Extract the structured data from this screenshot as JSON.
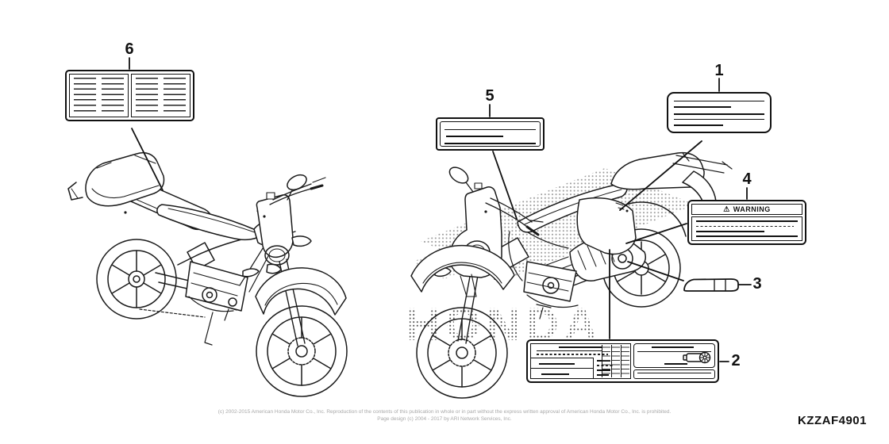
{
  "diagram": {
    "title_hidden": "",
    "watermark": "HONDA",
    "part_code": "KZZAF4901",
    "callouts": {
      "1": "1",
      "2": "2",
      "3": "3",
      "4": "4",
      "5": "5",
      "6": "6"
    },
    "warning_label": {
      "icon": "⚠",
      "header": "WARNING"
    },
    "footer": {
      "line1": "(c) 2002-2015 American Honda Motor Co., Inc. Reproduction of the contents of this publication in whole or in part without the express written approval of American Honda Motor Co., Inc. is prohibited.",
      "line2": "Page design (c) 2004 - 2017 by ARI Network Services, Inc."
    }
  }
}
